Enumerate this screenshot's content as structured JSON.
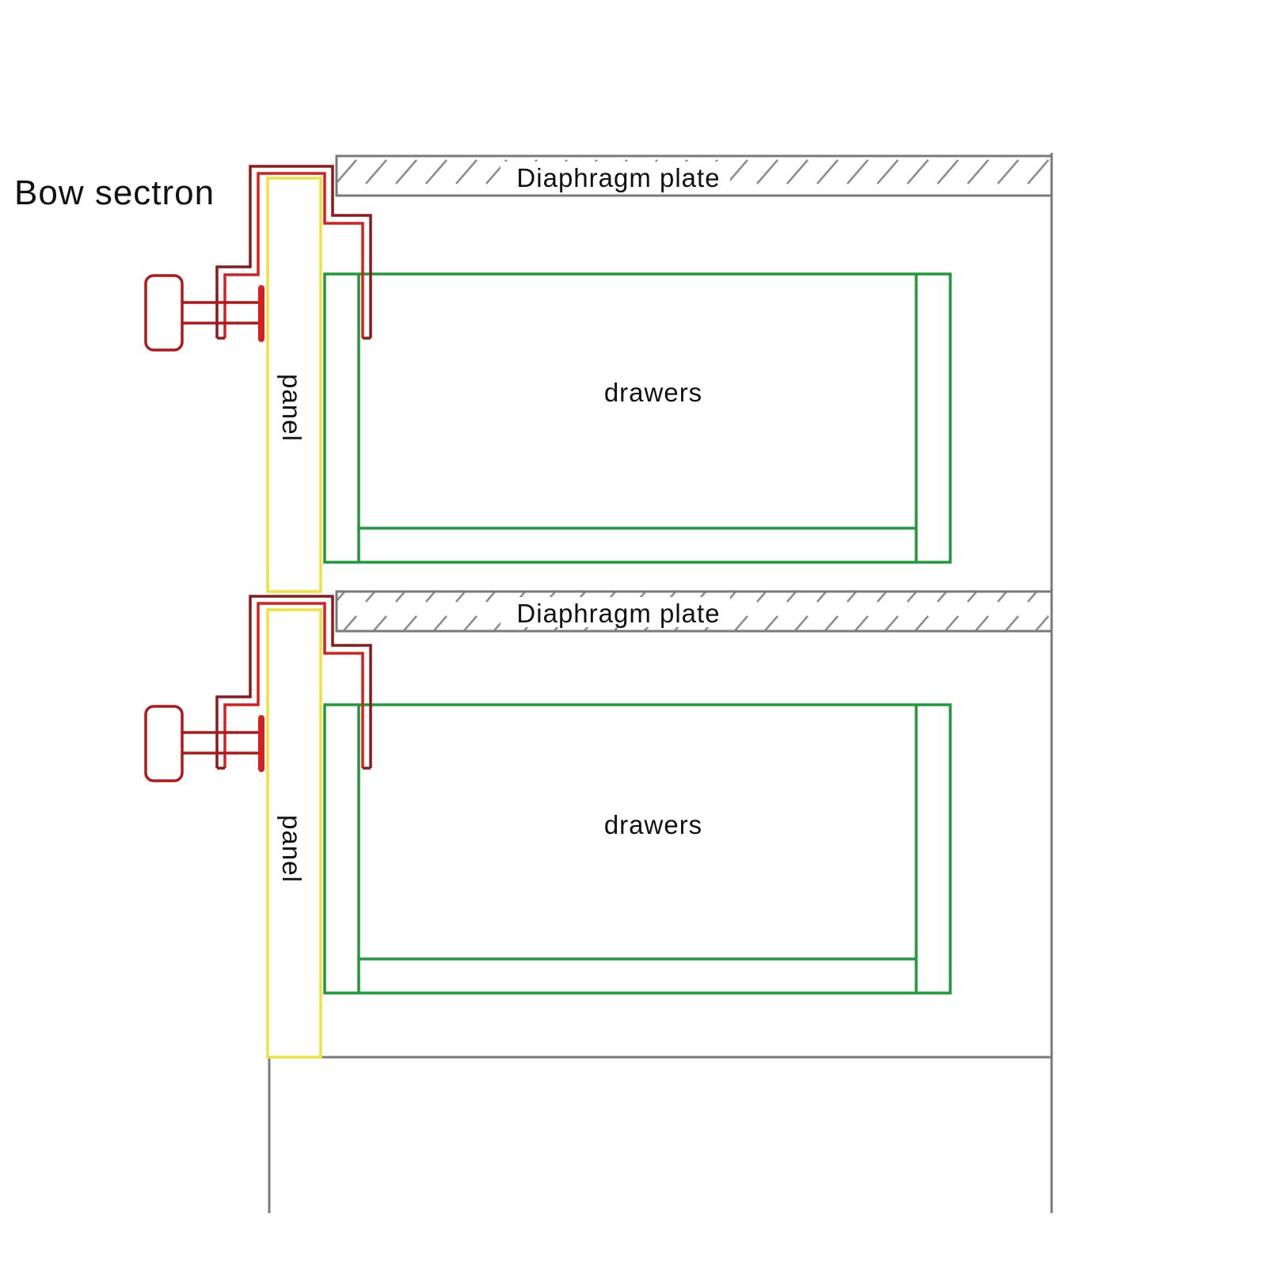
{
  "title": "Bow sectron",
  "plate_label": "Diaphragm plate",
  "drawer_label": "drawers",
  "panel_label": "panel",
  "colors": {
    "cabinet": "#7a7a7a",
    "hatch": "#8c8c8c",
    "drawer": "#1f9a3a",
    "panel": "#f0e040",
    "handle_dark": "#8b1a1a",
    "handle_red": "#d42020"
  },
  "sections": [
    {
      "plate": {
        "label": "Diaphragm plate"
      },
      "drawer": {
        "label": "drawers"
      },
      "panel": {
        "label": "panel"
      }
    },
    {
      "plate": {
        "label": "Diaphragm plate"
      },
      "drawer": {
        "label": "drawers"
      },
      "panel": {
        "label": "panel"
      }
    }
  ]
}
